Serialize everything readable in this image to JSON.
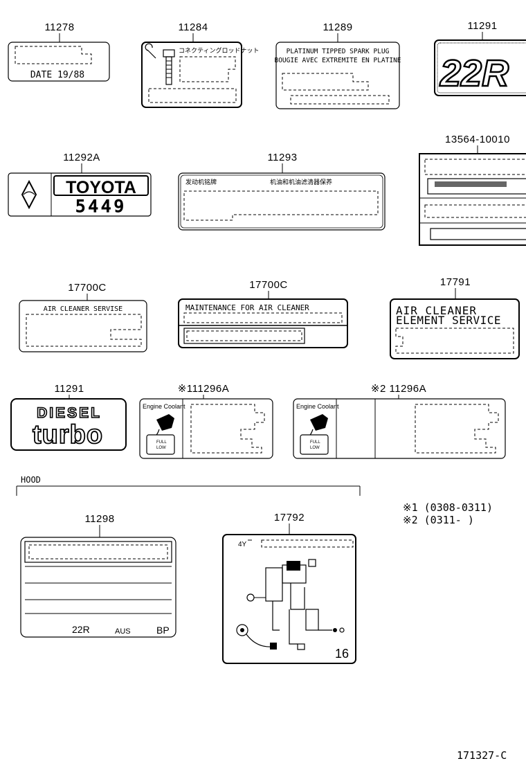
{
  "part_numbers": {
    "p11278": "11278",
    "p11284": "11284",
    "p11289": "11289",
    "p11291a": "11291",
    "p11292a": "11292A",
    "p11293": "11293",
    "p13564": "13564-10010",
    "p17700c_1": "17700C",
    "p17700c_2": "17700C",
    "p17791": "17791",
    "p11291b": "11291",
    "p111296a": "※111296A",
    "p211296a": "※2 11296A",
    "p11298": "11298",
    "p17792": "17792"
  },
  "labels": {
    "date_label": "DATE 19/88",
    "jp_text_11284": "コネクティングロッドナット",
    "spark_plug_en": "PLATINUM TIPPED SPARK PLUG",
    "spark_plug_fr": "BOUGIE AVEC EXTREMITE EN PLATINE",
    "engine_22r": "22R",
    "toyota": "TOYOTA",
    "toyota_number": "5449",
    "cn_left_11293": "发动机铭牌",
    "cn_right_11293": "机油和机油滤清器保养",
    "air_cleaner_service": "AIR CLEANER SERVISE",
    "maintenance_air_cleaner": "MAINTENANCE FOR AIR CLEANER",
    "air_cleaner_line1": "AIR CLEANER",
    "air_cleaner_line2": "ELEMENT SERVICE",
    "diesel": "DIESEL",
    "turbo": "turbo",
    "engine_coolant_1": "Engine Coolant",
    "engine_coolant_2": "Engine Coolant",
    "full_1": "FULL",
    "low_1": "LOW",
    "full_2": "FULL",
    "low_2": "LOW",
    "hood": "HOOD",
    "footnote_1": "※1 (0308-0311)",
    "footnote_2": "※2 (0311-        )",
    "label_22r": "22R",
    "label_aus": "AUS",
    "label_bp": "BP",
    "vac_4y": "4Y",
    "vac_16": "16",
    "diagram_id": "171327-C"
  }
}
